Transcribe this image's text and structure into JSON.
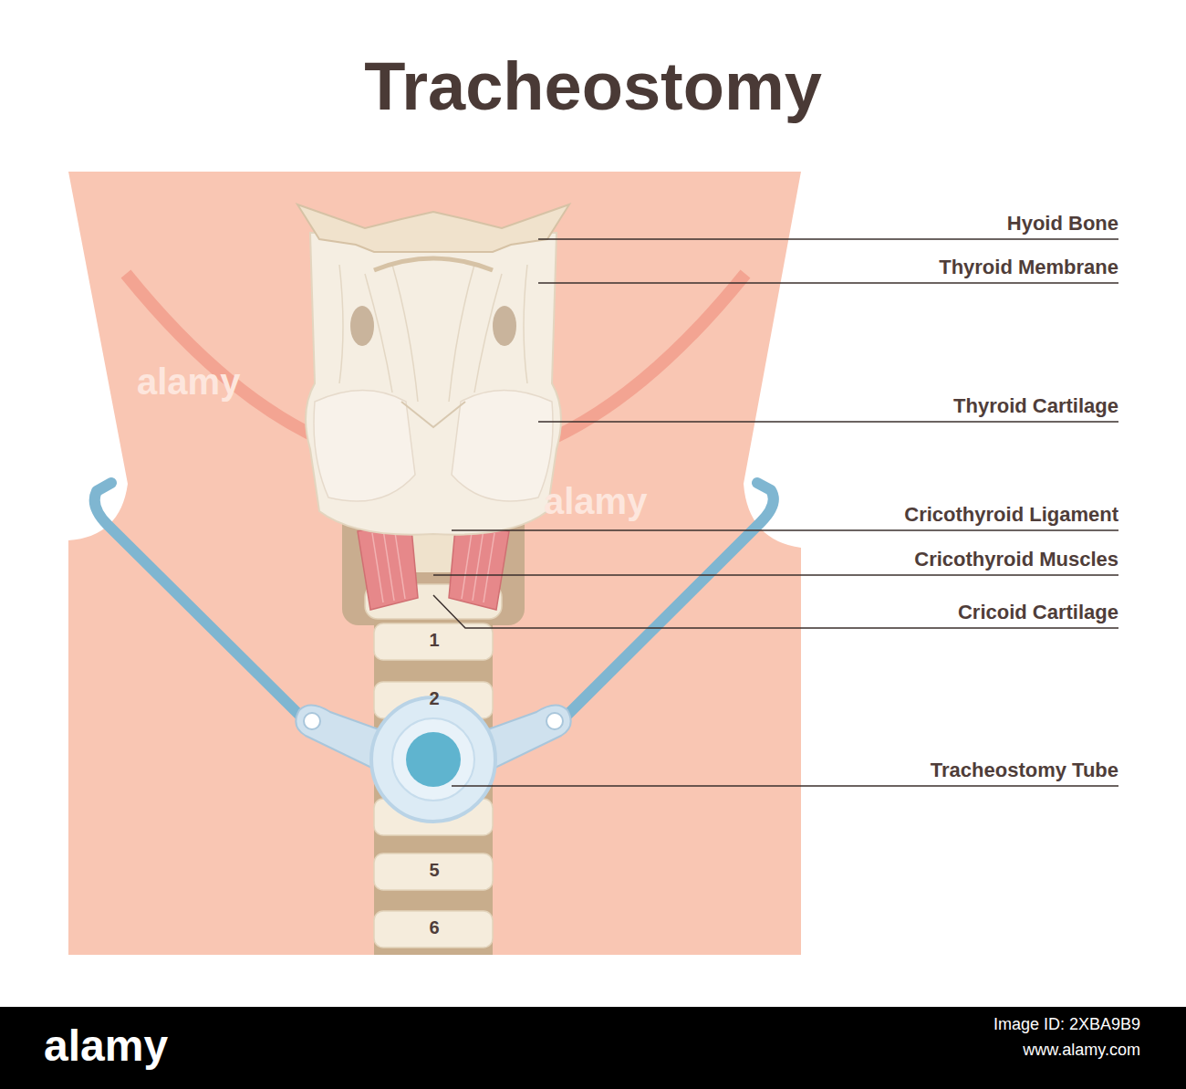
{
  "diagram": {
    "title": "Tracheostomy",
    "labels": [
      "Hyoid Bone",
      "Thyroid Membrane",
      "Thyroid Cartilage",
      "Cricothyroid Ligament",
      "Cricothyroid Muscles",
      "Cricoid Cartilage",
      "Tracheostomy Tube",
      "1",
      "2",
      "5",
      "6",
      "alamy",
      "alamy",
      "alamy",
      "Image ID: 2XBA9B9",
      "www.alamy.com"
    ]
  }
}
